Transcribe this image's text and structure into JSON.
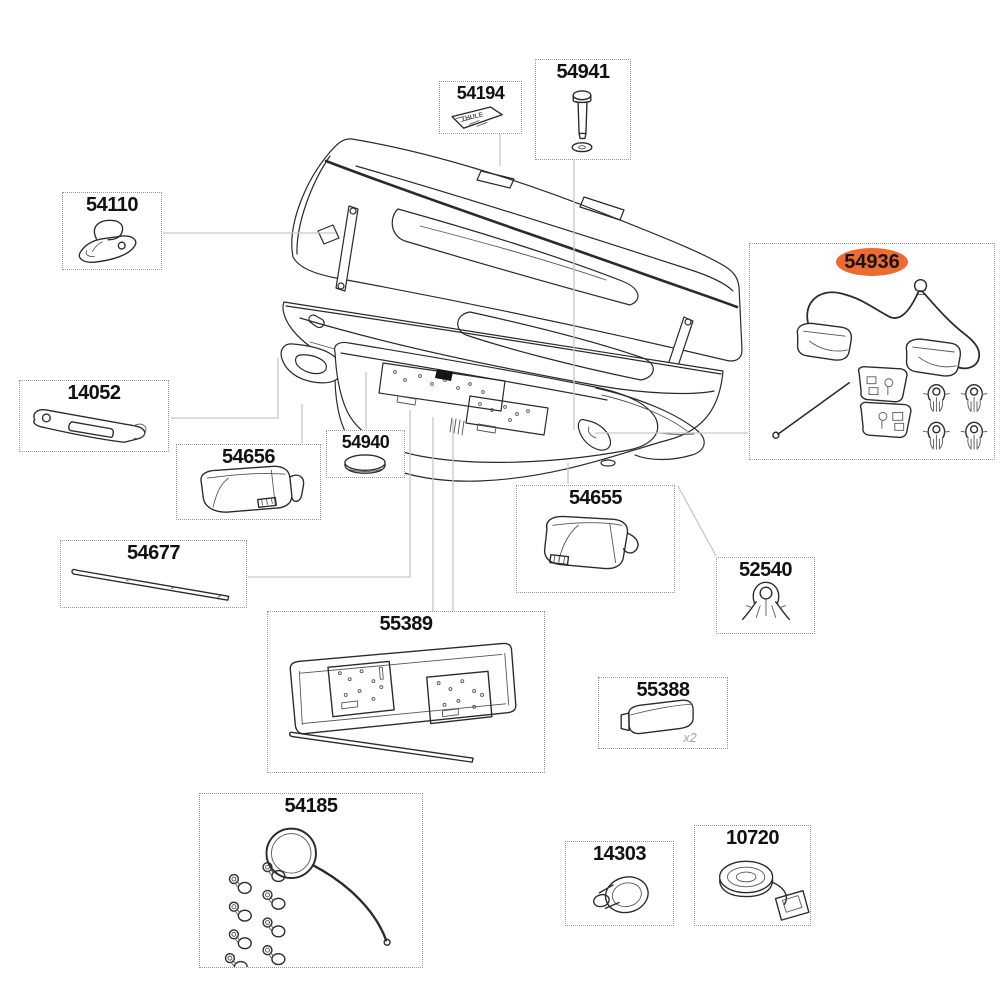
{
  "diagram": {
    "kind": "exploded-spare-parts-diagram",
    "main_illustration": "open-roof-cargo-box-line-drawing",
    "highlight": {
      "color": "#ED6B30",
      "highlighted_part": "54936"
    }
  },
  "parts": [
    {
      "id": "54110",
      "label": "54110"
    },
    {
      "id": "54194",
      "label": "54194",
      "logo_text": "THULE"
    },
    {
      "id": "54941",
      "label": "54941"
    },
    {
      "id": "54936",
      "label": "54936",
      "highlighted": true
    },
    {
      "id": "14052",
      "label": "14052"
    },
    {
      "id": "54656",
      "label": "54656"
    },
    {
      "id": "54940",
      "label": "54940"
    },
    {
      "id": "54677",
      "label": "54677"
    },
    {
      "id": "54655",
      "label": "54655"
    },
    {
      "id": "52540",
      "label": "52540"
    },
    {
      "id": "55389",
      "label": "55389"
    },
    {
      "id": "55388",
      "label": "55388",
      "quantity_note": "x2"
    },
    {
      "id": "54185",
      "label": "54185"
    },
    {
      "id": "14303",
      "label": "14303"
    },
    {
      "id": "10720",
      "label": "10720"
    }
  ]
}
